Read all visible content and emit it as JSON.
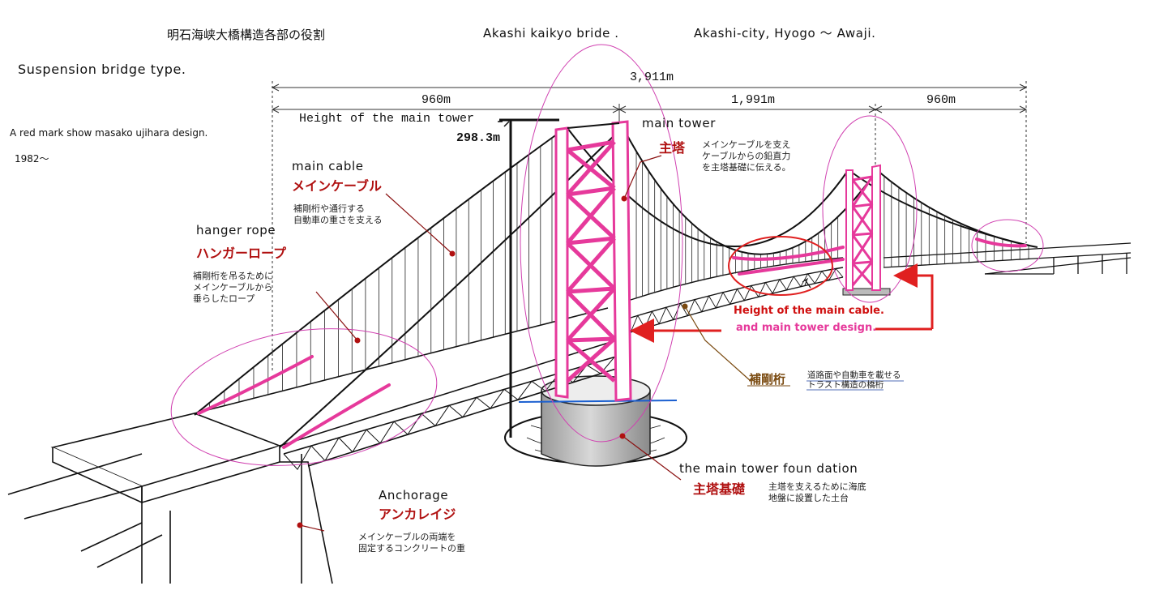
{
  "header": {
    "jp_title": "明石海峡大橋構造各部の役割",
    "bridge_name": "Akashi kaikyo bride .",
    "location": "Akashi-city, Hyogo ～ Awaji.",
    "type": "Suspension bridge type.",
    "design_note": "A red mark show masako ujihara design.",
    "year": "1982～"
  },
  "dimensions": {
    "total": "3,911m",
    "left_span": "960m",
    "center_span": "1,991m",
    "right_span": "960m",
    "tower_height_label": "Height of the main tower",
    "tower_height_value": "298.3m"
  },
  "parts": {
    "main_tower": {
      "en": "main tower",
      "jp": "主塔",
      "desc": "メインケーブルを支え\nケーブルからの鉛直力\nを主塔基礎に伝える。"
    },
    "main_cable": {
      "en": "main cable",
      "jp": "メインケーブル",
      "desc": "補剛桁や通行する\n自動車の重さを支える"
    },
    "hanger_rope": {
      "en": "hanger rope",
      "jp": "ハンガーロープ",
      "desc": "補剛桁を吊るために\nメインケーブルから\n垂らしたロープ"
    },
    "anchorage": {
      "en": "Anchorage",
      "jp": "アンカレイジ",
      "desc": "メインケーブルの両端を\n固定するコンクリートの重"
    },
    "foundation": {
      "en": "the main tower foun dation",
      "jp": "主塔基礎",
      "desc": "主塔を支えるために海底\n地盤に設置した土台"
    },
    "girder": {
      "jp": "補剛桁",
      "desc": "道路面や自動車を載せる\nトラスト構造の橋桁"
    }
  },
  "design_labels": {
    "line1": "Height of the main cable.",
    "line2": "and main tower design."
  },
  "colors": {
    "design_pink": "#e6399b",
    "ellipse_pink": "#d040b0",
    "annot_red": "#e02020",
    "label_red": "#b01010",
    "girder_brown": "#7a4a10",
    "water_blue": "#1a5fd0"
  }
}
